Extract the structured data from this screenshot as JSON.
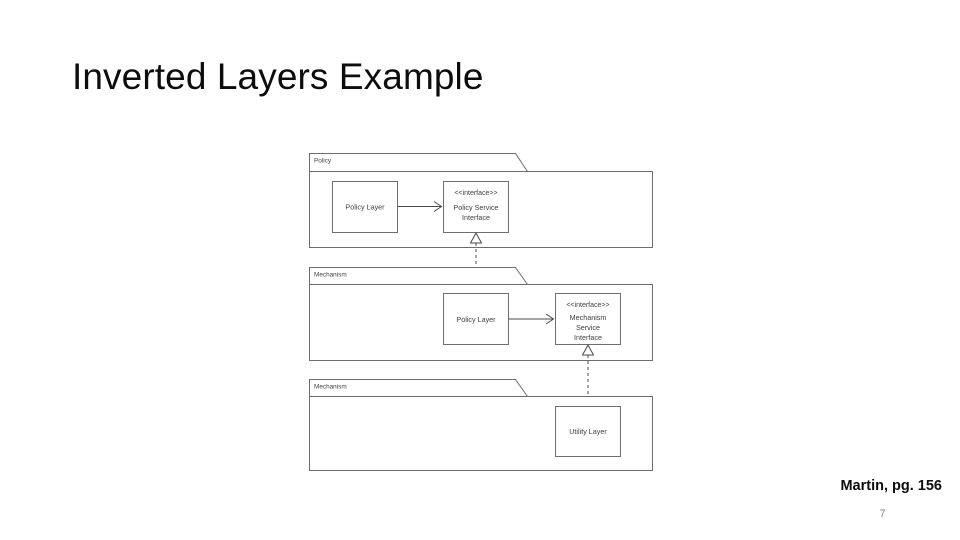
{
  "slide": {
    "title": "Inverted Layers Example",
    "number": "7",
    "credit": "Martin, pg. 156"
  },
  "diagram": {
    "type": "uml-package-diagram",
    "packages": [
      {
        "name": "Policy",
        "nodes": [
          {
            "id": "policy-layer",
            "stereotype": "",
            "label": "Policy Layer"
          },
          {
            "id": "policy-service-interface",
            "stereotype": "<<interface>>",
            "label": "Policy Service\nInterface",
            "label_line1": "Policy Service",
            "label_line2": "Interface"
          }
        ]
      },
      {
        "name": "Mechanism",
        "nodes": [
          {
            "id": "mechanism-policy-layer",
            "stereotype": "",
            "label": "Policy Layer"
          },
          {
            "id": "mechanism-service-interface",
            "stereotype": "<<interface>>",
            "label": "Mechanism Service Interface",
            "label_line1": "Mechanism",
            "label_line2": "Service",
            "label_line3": "Interface"
          }
        ]
      },
      {
        "name": "Mechanism",
        "nodes": [
          {
            "id": "utility-layer",
            "stereotype": "",
            "label": "Utility Layer"
          }
        ]
      }
    ],
    "connections": [
      {
        "from": "policy-layer",
        "to": "policy-service-interface",
        "kind": "association-arrow"
      },
      {
        "from": "mechanism-policy-layer",
        "to": "policy-service-interface",
        "kind": "realization-dashed-triangle"
      },
      {
        "from": "mechanism-policy-layer",
        "to": "mechanism-service-interface",
        "kind": "association-arrow"
      },
      {
        "from": "utility-layer",
        "to": "mechanism-service-interface",
        "kind": "realization-dashed-triangle"
      }
    ]
  },
  "labels": {
    "pkg1_name": "Policy",
    "pkg2_name": "Mechanism",
    "pkg3_name": "Mechanism",
    "pkg1_box1": "Policy Layer",
    "pkg1_box2_stereotype": "<<interface>>",
    "pkg1_box2_line1": "Policy Service",
    "pkg1_box2_line2": "Interface",
    "pkg2_box1": "Policy Layer",
    "pkg2_box2_stereotype": "<<interface>>",
    "pkg2_box2_line1": "Mechanism",
    "pkg2_box2_line2": "Service",
    "pkg2_box2_line3": "Interface",
    "pkg3_box1": "Utility Layer"
  },
  "colors": {
    "background": "#ffffff",
    "title_text": "#0d0d0d",
    "diagram_stroke": "#6e6e6e",
    "diagram_text": "#3f3f3f",
    "slide_number_text": "#8a8a8a"
  }
}
